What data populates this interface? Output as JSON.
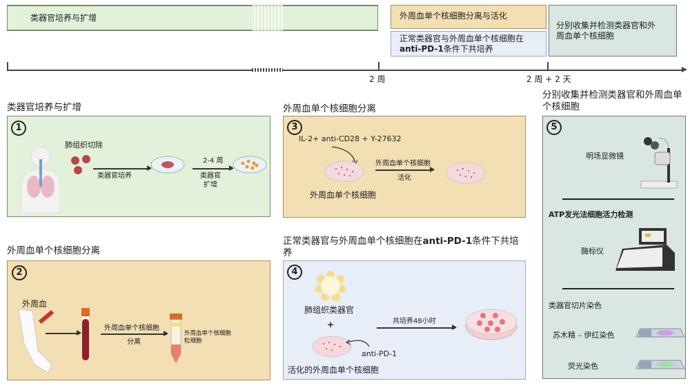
{
  "timeline": {
    "bar_organoid": "类器官培养与扩增",
    "bar_pbmc": "外周血单个核细胞分离与活化",
    "bar_coculture_prefix": "正常类器官与外周血单个核细胞在",
    "bar_coculture_bold": "anti-PD-1",
    "bar_coculture_suffix": "条件下共培养",
    "bar_detect": "分别收集并检测类器官和外周血单个核细胞",
    "tick_2w": "2 周",
    "tick_2w2d": "2 周 + 2 天"
  },
  "panel1": {
    "title": "类器官培养与扩增",
    "num": "1",
    "lung": "肺组织切除",
    "step1": "类器官培养",
    "step2_top": "2-4 周",
    "step2_bottom": "类器官扩增"
  },
  "panel2": {
    "title": "外周血单个核细胞分离",
    "num": "2",
    "blood": "外周血",
    "step_top": "外周血单个核细胞",
    "step_bottom": "分离",
    "tube_label1": "外周血单个核细胞",
    "tube_label2": "粒细胞"
  },
  "panel3": {
    "title": "外周血单个核细胞分离",
    "num": "3",
    "reagents": "IL-2+ anti-CD28 + Y-27632",
    "dish_label": "外周血单个核细胞",
    "step_top": "外周血单个核细胞",
    "step_bottom": "活化"
  },
  "panel4": {
    "title_prefix": "正常类器官与外周血单个核细胞在",
    "title_bold": "anti-PD-1",
    "title_suffix": "条件下共培养",
    "num": "4",
    "organoid": "肺组织类器官",
    "plus": "+",
    "antibody": "anti-PD-1",
    "activated": "活化的外周血单个核细胞",
    "step": "共培养48小时"
  },
  "panel5": {
    "title": "分别收集并检测类器官和外周血单个核细胞",
    "num": "5",
    "microscope": "明场显微镜",
    "atp": "ATP发光法细胞活力检测",
    "reader": "酶标仪",
    "staining": "类器官切片染色",
    "he": "苏木精 – 伊红染色",
    "fluor": "荧光染色"
  }
}
